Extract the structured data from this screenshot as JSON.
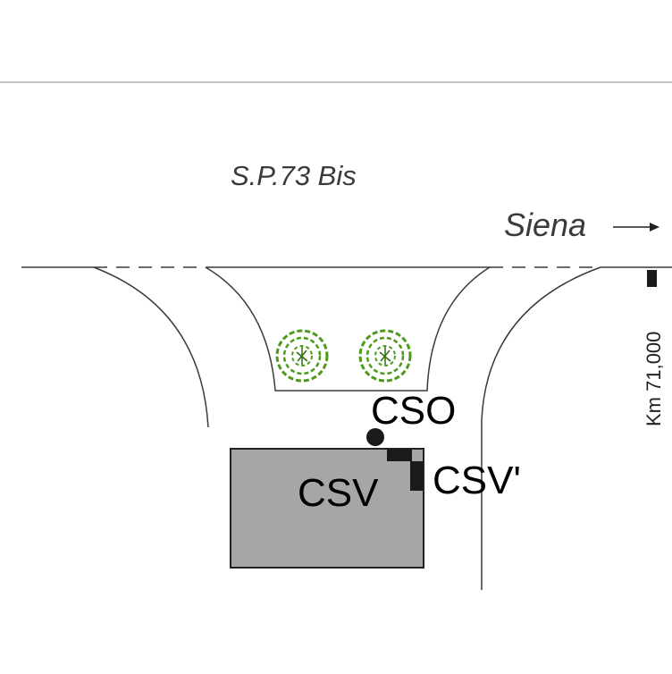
{
  "road_name": "S.P.73 Bis",
  "direction": {
    "label": "Siena",
    "arrow_icon": "arrow-right-icon"
  },
  "kilometer_marker": "Km 71,000",
  "stations": {
    "cso": "CSO",
    "csv": "CSV",
    "csv_prime": "CSV'"
  },
  "colors": {
    "building": "#a6a6a6",
    "vegetation": "#4c9a1a",
    "road_lines": "#3a3a3a",
    "markers": "#1a1a1a"
  }
}
